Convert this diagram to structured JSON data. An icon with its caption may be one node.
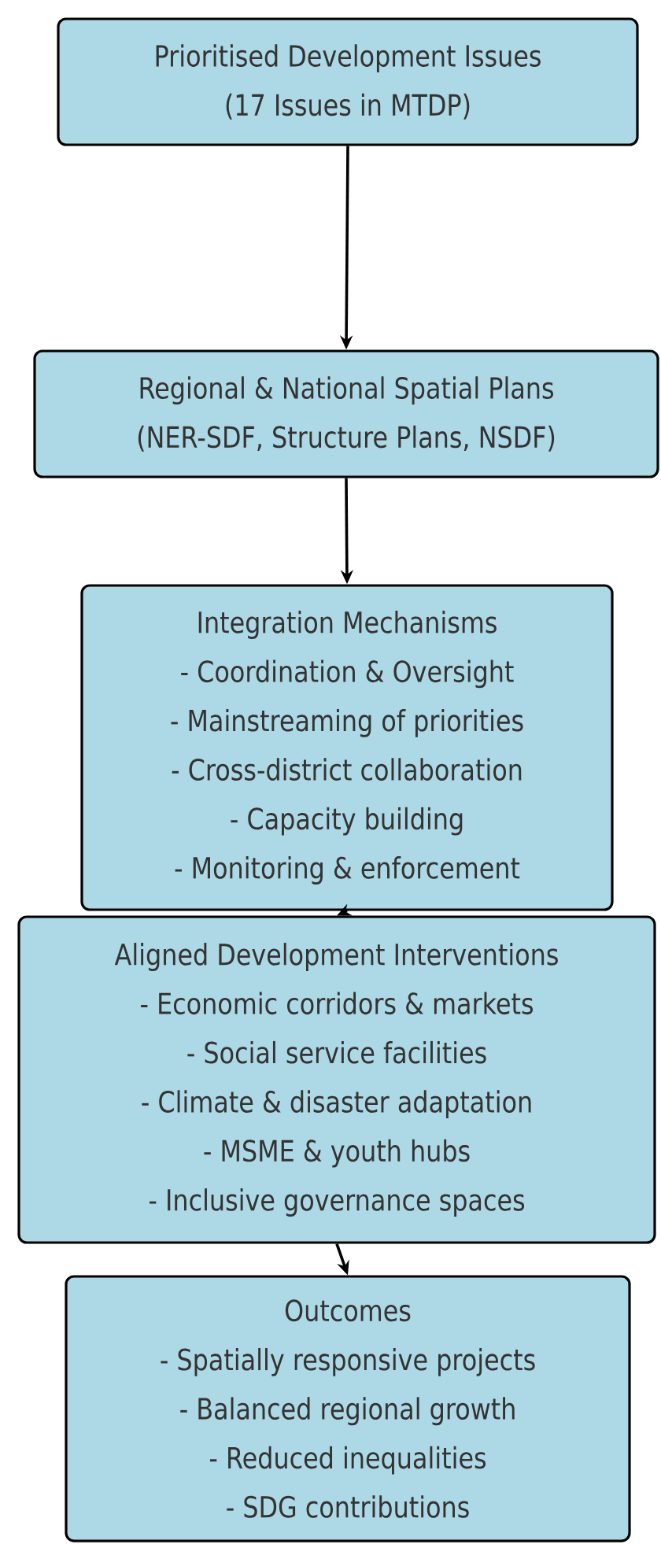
{
  "diagram": {
    "nodes": [
      {
        "text": [
          "Prioritised Development Issues",
          "(17 Issues in MTDP)"
        ]
      },
      {
        "text": [
          "Regional & National Spatial Plans",
          "(NER-SDF, Structure Plans, NSDF)"
        ]
      },
      {
        "text": [
          "Integration Mechanisms",
          "- Coordination & Oversight",
          "- Mainstreaming of priorities",
          "- Cross-district collaboration",
          "- Capacity building",
          "- Monitoring & enforcement"
        ]
      },
      {
        "text": [
          "Aligned Development Interventions",
          "- Economic corridors & markets",
          "- Social service facilities",
          "- Climate & disaster adaptation",
          "- MSME & youth hubs",
          "- Inclusive governance spaces"
        ]
      },
      {
        "text": [
          "Outcomes",
          "- Spatially responsive projects",
          "- Balanced regional growth",
          "- Reduced inequalities",
          "- SDG contributions"
        ]
      }
    ],
    "edges": [
      {
        "from": 0,
        "to": 1,
        "arrow": "to"
      },
      {
        "from": 1,
        "to": 2,
        "arrow": "to"
      },
      {
        "from": 2,
        "to": 3,
        "arrow": "to"
      },
      {
        "from": 3,
        "to": 4,
        "arrow": "to"
      }
    ]
  }
}
